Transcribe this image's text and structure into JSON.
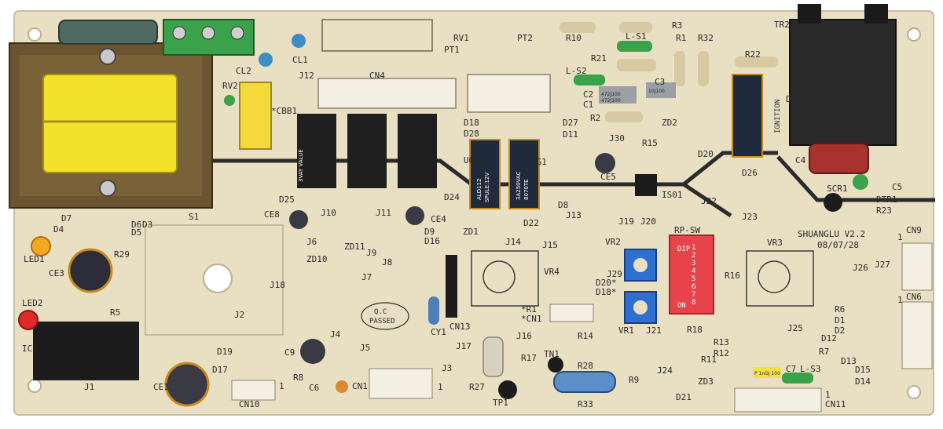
{
  "board": {
    "maker_line": "SHUANGLU V2.2",
    "date_line": "08/07/28",
    "qc_stamp_top": "Q.C",
    "qc_stamp_bottom": "PASSED",
    "dip_label": "RP-SW",
    "dip_side_text": "DIP",
    "dip_on_text": "ON",
    "dip_numbers": [
      "1",
      "2",
      "3",
      "4",
      "5",
      "6",
      "7",
      "8"
    ],
    "relay_texts": {
      "big_1": "3VAY VALUE",
      "ald_line1": "ALD112",
      "ald_line2": "SPULE:12V",
      "ald_line3": "3A250VAC",
      "ald_line4": "8070TE",
      "ignition": "IGNITION"
    },
    "cap_markings": [
      "472J100",
      "472J100",
      "10J100"
    ],
    "yellow_cap_marking": "P 1nGJ 100"
  },
  "silkscreen_labels": {
    "TR2": "TR2",
    "RV1": "RV1",
    "PT1": "PT1",
    "PT2": "PT2",
    "R10": "R10",
    "R3": "R3",
    "L_S1": "L-S1",
    "R1": "R1",
    "R32": "R32",
    "R21": "R21",
    "L_S2": "L-S2",
    "C3": "C3",
    "C2": "C2",
    "C1": "C1",
    "R2": "R2",
    "R22": "R22",
    "CL1": "CL1",
    "CL2": "CL2",
    "J12": "J12",
    "CN4": "CN4",
    "RV2": "RV2",
    "CBB1": "*CBB1",
    "D18a": "D18",
    "D27": "D27",
    "D28": "D28",
    "D11": "D11",
    "J30": "J30",
    "ZD2": "ZD2",
    "R15": "R15",
    "D20a": "D20",
    "D26": "D26",
    "C4": "C4",
    "D1a": "D1",
    "S1": "S1",
    "D7": "D7",
    "D4": "D4",
    "D6": "D6",
    "D5": "D5",
    "D3": "D3",
    "LED1": "LED1",
    "CE3": "CE3",
    "R29": "R29",
    "LED2": "LED2",
    "R5": "R5",
    "IC1": "IC1",
    "J1": "J1",
    "D25": "D25",
    "J10": "J10",
    "J11": "J11",
    "D24": "D24",
    "CE8": "CE8",
    "J6": "J6",
    "CE4": "CE4",
    "D9": "D9",
    "D16": "D16",
    "ZD1": "ZD1",
    "D22": "D22",
    "D8": "D8",
    "J13": "J13",
    "CE5": "CE5",
    "IS01": "IS01",
    "J22": "J22",
    "J23": "J23",
    "SCR1": "SCR1",
    "C5": "C5",
    "DTR1": "DTR1",
    "R23": "R23",
    "CN9": "CN9",
    "UG1": "UG1",
    "UG2": "UG2",
    "ZD11": "ZD11",
    "ZD10": "ZD10",
    "J9": "J9",
    "J8": "J8",
    "J7": "J7",
    "J14": "J14",
    "J15": "J15",
    "J19": "J19",
    "J20": "J20",
    "VR2": "VR2",
    "VR3": "VR3",
    "R16": "R16",
    "J26": "J26",
    "J27": "J27",
    "CN6": "CN6",
    "J18": "J18",
    "J2": "J2",
    "VR4": "VR4",
    "R1b": "*R1",
    "CN1": "*CN1",
    "J29": "J29",
    "D20b": "D20*",
    "D18b": "D18*",
    "R18": "R18",
    "R6": "R6",
    "D1b": "D1",
    "D2": "D2",
    "D12": "D12",
    "R7": "R7",
    "D13": "D13",
    "D15": "D15",
    "D14": "D14",
    "J4": "J4",
    "J5": "J5",
    "CY1": "CY1",
    "CN13": "CN13",
    "J17": "J17",
    "J16": "J16",
    "R14": "R14",
    "VR1": "VR1",
    "J21": "J21",
    "J25": "J25",
    "R13": "R13",
    "R12": "R12",
    "R11": "R11",
    "C7": "C7",
    "L_S3": "L-S3",
    "ZD3": "ZD3",
    "J24": "J24",
    "TN1": "TN1",
    "R17": "R17",
    "R28": "R28",
    "R27": "R27",
    "TP1": "TP1",
    "R33": "R33",
    "CN10": "CN10",
    "CN1b": "CN1",
    "J3": "J3",
    "C6": "C6",
    "C9": "C9",
    "R8": "R8",
    "D19": "D19",
    "D17": "D17",
    "CE1": "CE1",
    "D21": "D21",
    "CN11": "CN11",
    "R9": "R9",
    "one_a": "1",
    "one_b": "1",
    "one_c": "1",
    "one_d": "1",
    "one_e": "1"
  },
  "colors": {
    "board": "#e9dfc3",
    "trace": "#2b2b2b",
    "transformer_yellow": "#f2e12a",
    "transformer_core": "#6a5530",
    "relay_black": "#1f1f1f",
    "relay_blue": "#2a3a5a",
    "pot_blue": "#2f6fd0",
    "dip_red": "#e8424a",
    "capacitor_red": "#a8322e",
    "terminal_green": "#3aa24a"
  }
}
